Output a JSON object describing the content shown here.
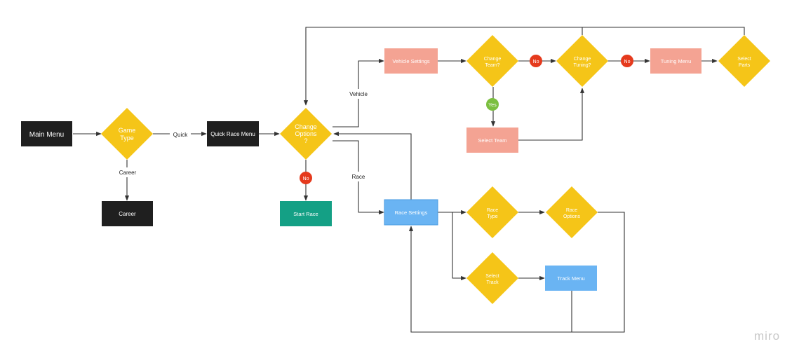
{
  "colors": {
    "black_node": "#1f1f1f",
    "decision": "#f5c518",
    "vehicle_node": "#f4a393",
    "race_node": "#6ab4f3",
    "start_node": "#14a085",
    "no_badge": "#e53a1d",
    "yes_badge": "#7bbf3f",
    "line": "#333333",
    "node_text_light": "#ffffff"
  },
  "nodes": {
    "main_menu": "Main Menu",
    "game_type": [
      "Game",
      "Type"
    ],
    "quick_race_menu": "Quick Race Menu",
    "career": "Career",
    "change_options": [
      "Change",
      "Options",
      "?"
    ],
    "start_race": "Start Race",
    "vehicle_settings": "Vehicle Settings",
    "change_team": [
      "Change",
      "Team?"
    ],
    "select_team": "Select Team",
    "change_tuning": [
      "Change",
      "Tuning?"
    ],
    "tuning_menu": "Tuning Menu",
    "select_parts": [
      "Select",
      "Parts"
    ],
    "race_settings": "Race Settings",
    "race_type": [
      "Race",
      "Type"
    ],
    "race_options": [
      "Race",
      "Options"
    ],
    "select_track": [
      "Select",
      "Track"
    ],
    "track_menu": "Track Menu"
  },
  "edge_labels": {
    "quick": "Quick",
    "career": "Career",
    "vehicle": "Vehicle",
    "race": "Race",
    "no": "No",
    "yes": "Yes"
  },
  "watermark": "miro"
}
